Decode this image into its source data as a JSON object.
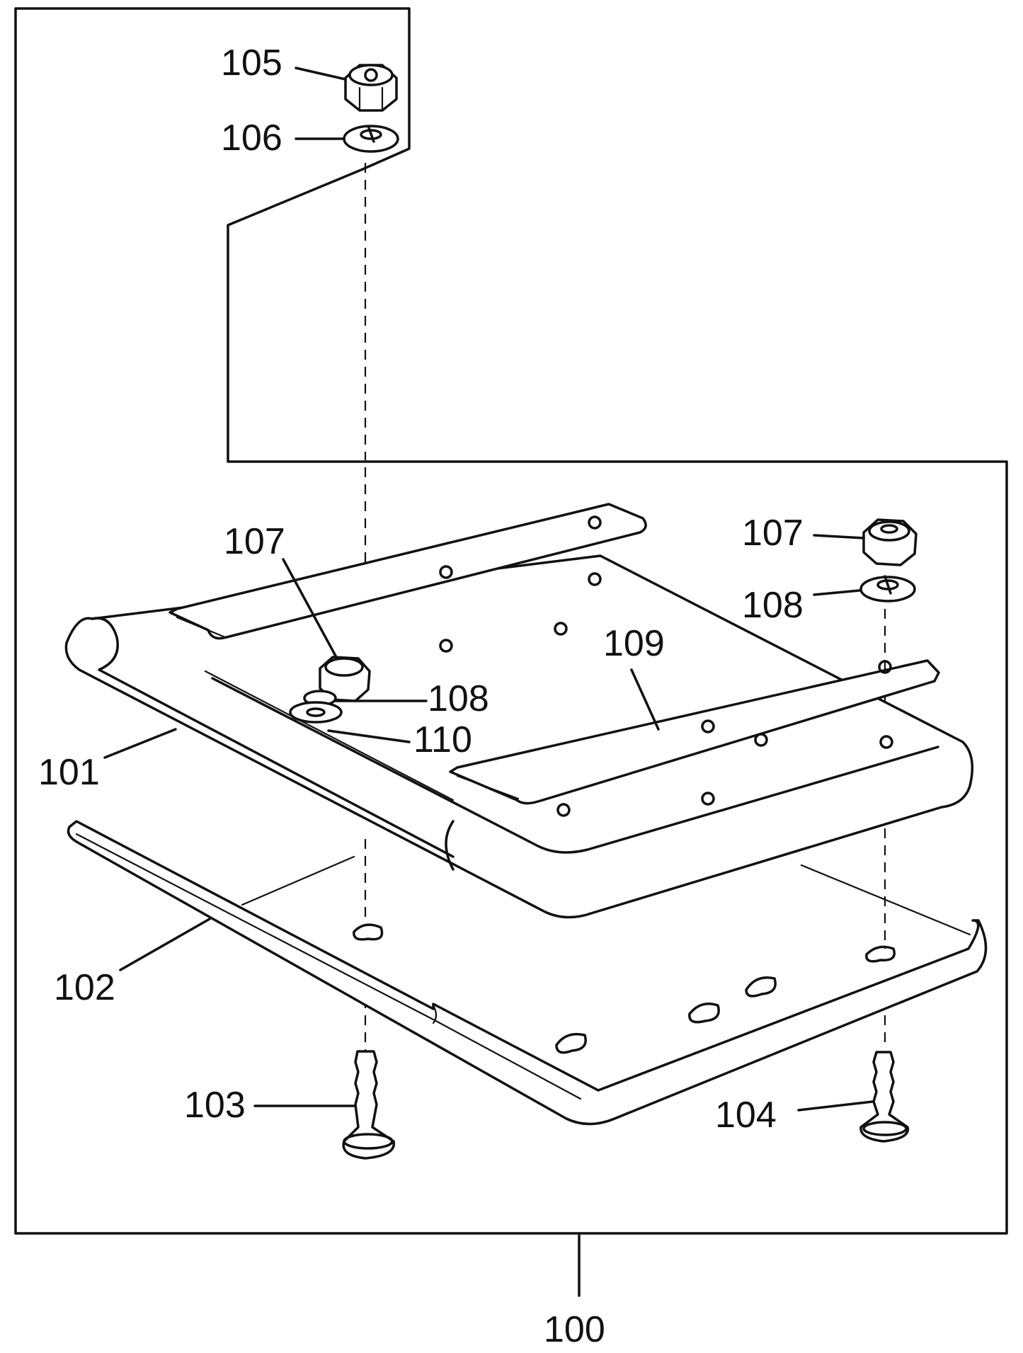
{
  "diagram": {
    "assembly_label": "100",
    "callouts": [
      {
        "id": "c105",
        "text": "105"
      },
      {
        "id": "c106",
        "text": "106"
      },
      {
        "id": "c107a",
        "text": "107"
      },
      {
        "id": "c107b",
        "text": "107"
      },
      {
        "id": "c108a",
        "text": "108"
      },
      {
        "id": "c108b",
        "text": "108"
      },
      {
        "id": "c109",
        "text": "109"
      },
      {
        "id": "c110",
        "text": "110"
      },
      {
        "id": "c101",
        "text": "101"
      },
      {
        "id": "c102",
        "text": "102"
      },
      {
        "id": "c103",
        "text": "103"
      },
      {
        "id": "c104",
        "text": "104"
      }
    ]
  }
}
